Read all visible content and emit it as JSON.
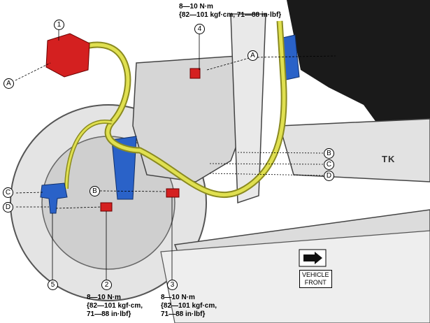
{
  "callouts": {
    "n1": "1",
    "n2": "2",
    "n3": "3",
    "n4": "4",
    "n5": "5",
    "a_left": "A",
    "a_top": "A",
    "b_left": "B",
    "b_right": "B",
    "c_left": "C",
    "c_right": "C",
    "d_left": "D",
    "d_right": "D"
  },
  "torque_top": {
    "line1": "8—10 N·m",
    "line2": "{82—101 kgf·cm, 71—88 in·lbf}"
  },
  "torque_bottom_left": {
    "line1": "8—10 N·m",
    "line2": "{82—101 kgf·cm,",
    "line3": "71—88 in·lbf}"
  },
  "torque_bottom_mid": {
    "line1": "8—10 N·m",
    "line2": "{82—101 kgf·cm,",
    "line3": "71—88 in·lbf}"
  },
  "vehicle_front": {
    "line1": "VEHICLE",
    "line2": "FRONT"
  },
  "frame_mark": "TK",
  "colors": {
    "harness": "#d8d84a",
    "connector": "#d42020",
    "bracket": "#2a62c8",
    "bolt": "#d42020"
  }
}
